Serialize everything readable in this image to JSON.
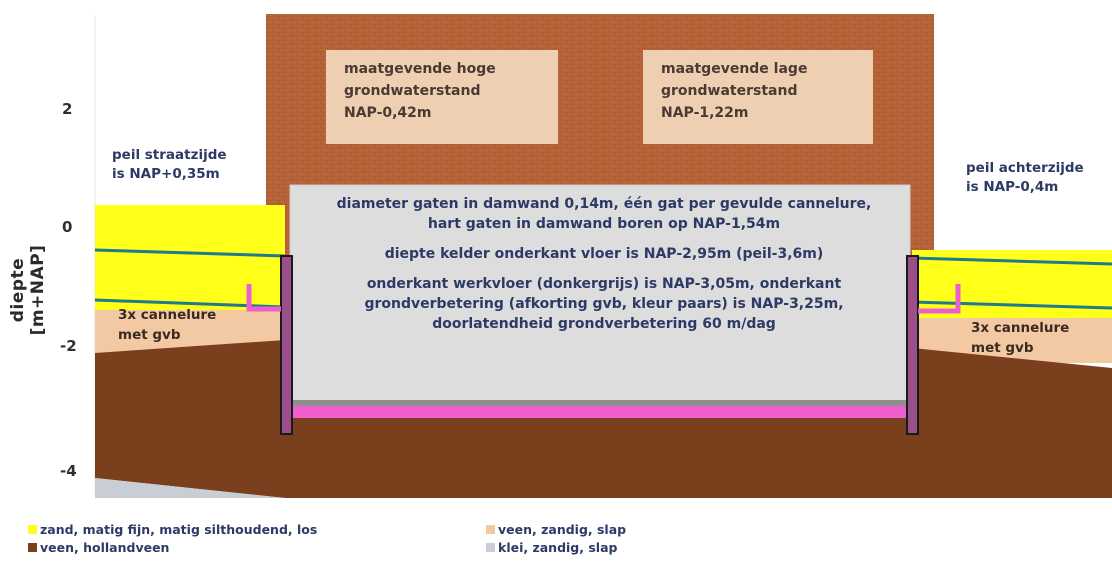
{
  "axis": {
    "ylabel": "diepte [m+NAP]",
    "ticks": [
      {
        "value": 2,
        "label": "2"
      },
      {
        "value": 0,
        "label": "0"
      },
      {
        "value": -2,
        "label": "-2"
      },
      {
        "value": -4,
        "label": "-4"
      }
    ]
  },
  "groundwater": {
    "high": {
      "lines": [
        "maatgevende hoge",
        "grondwaterstand",
        "NAP-0,42m"
      ],
      "level": -0.42
    },
    "low": {
      "lines": [
        "maatgevende lage",
        "grondwaterstand",
        "NAP-1,22m"
      ],
      "level": -1.22
    }
  },
  "street_side": {
    "lines": [
      "peil straatzijde",
      "is NAP+0,35m"
    ],
    "level": 0.35
  },
  "back_side": {
    "lines": [
      "peil achterzijde",
      "is NAP-0,4m"
    ],
    "level": -0.4
  },
  "cannelure_left": {
    "lines": [
      "3x cannelure",
      "met gvb"
    ]
  },
  "cannelure_right": {
    "lines": [
      "3x cannelure",
      "met gvb"
    ]
  },
  "basement_text": {
    "p1_line1": "diameter gaten in damwand 0,14m, één gat per gevulde cannelure,",
    "p1_line2": "hart gaten in damwand boren op NAP-1,54m",
    "p2": "diepte kelder onderkant vloer is NAP-2,95m (peil-3,6m)",
    "p3_line1": "onderkant werkvloer (donkergrijs) is NAP-3,05m, onderkant",
    "p3_line2": "grondverbetering (afkorting gvb, kleur paars) is NAP-3,25m,",
    "p3_line3": "doorlatendheid grondverbetering 60 m/dag"
  },
  "legend": [
    {
      "label": "zand, matig fijn, matig silthoudend, los",
      "color": "#ffff1a"
    },
    {
      "label": "veen, hollandveen",
      "color": "#7a3f1d"
    },
    {
      "label": "veen, zandig, slap",
      "color": "#f3c9a4"
    },
    {
      "label": "klei, zandig, slap",
      "color": "#c9ced6"
    }
  ],
  "colors": {
    "building": "#b8653a",
    "sand": "#ffff1a",
    "sandy_peat": "#f3c9a4",
    "holland_peat": "#7a3f1d",
    "sandy_clay": "#c9ced6",
    "basement": "#dddddd",
    "gvb": "#ef5ecf",
    "water_line": "#1f7a8c",
    "wall": "#5a3a2a"
  }
}
